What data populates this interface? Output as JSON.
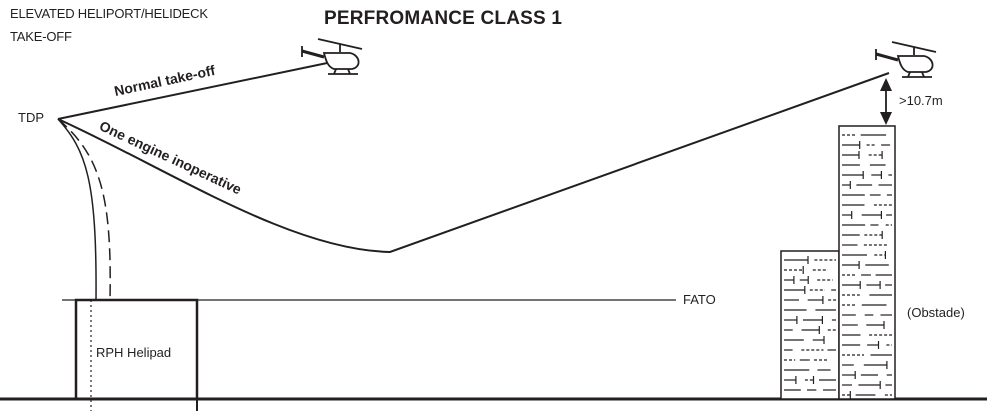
{
  "header": {
    "line1": "ELEVATED HELIPORT/HELIDECK",
    "line2": "TAKE-OFF"
  },
  "title": "PERFROMANCE CLASS 1",
  "labels": {
    "tdp": "TDP",
    "normal_takeoff": "Normal take-off",
    "one_engine": "One engine inoperative",
    "clearance": ">10.7m",
    "fato": "FATO",
    "helipad": "RPH Helipad",
    "obstacle": "(Obstade)"
  },
  "colors": {
    "line": "#231f20",
    "fill": "#ffffff"
  },
  "icons": [
    "helicopter-icon",
    "helicopter-icon",
    "clearance-arrow-icon"
  ]
}
